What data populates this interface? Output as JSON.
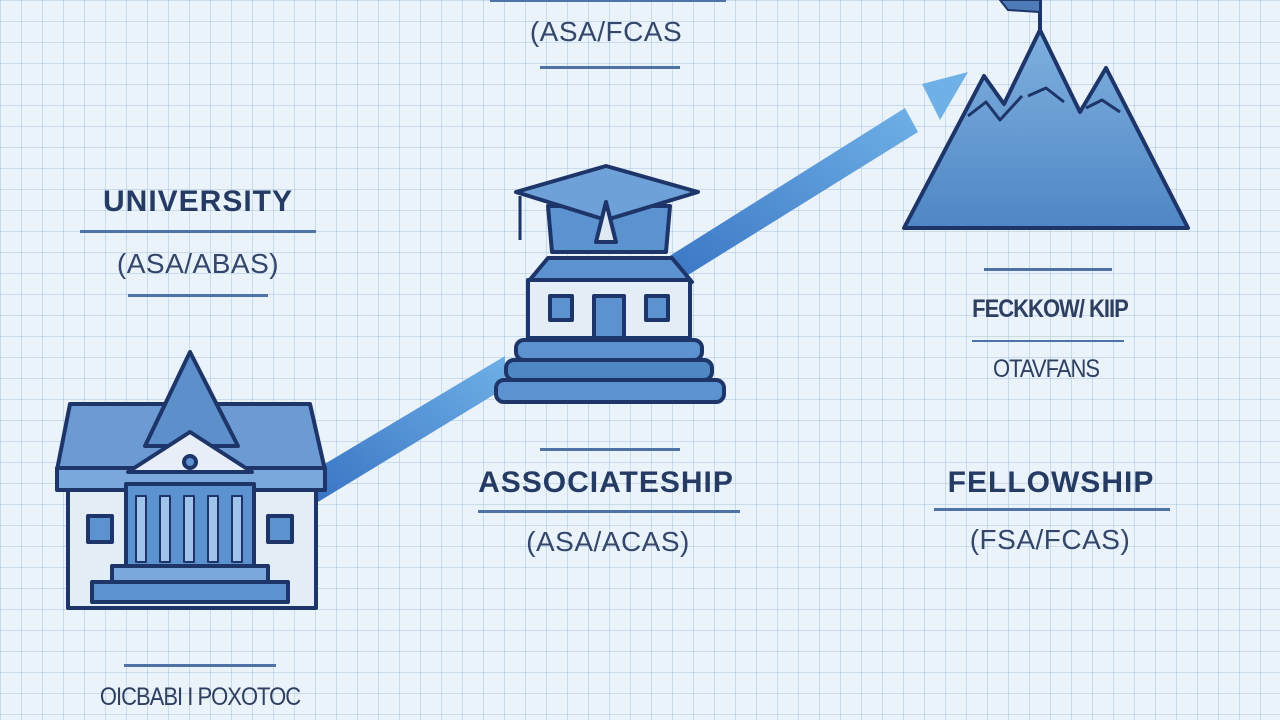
{
  "stages": {
    "top": {
      "subtitle": "(ASA/FCAS"
    },
    "university": {
      "title": "UNIVERSITY",
      "subtitle": "(ASA/ABAS)",
      "footer": "OICBABI I POXOTOC"
    },
    "associateship": {
      "title": "ASSOCIATESHIP",
      "subtitle": "(ASA/ACAS)"
    },
    "fellowship": {
      "title": "FELLOWSHIP",
      "subtitle": "(FSA/FCAS)",
      "upper_title": "FECKKOW/ KIIP",
      "upper_subtitle": "OTAVFANS"
    }
  },
  "colors": {
    "outline": "#1e3569",
    "fill_light": "#5b92cf",
    "fill_pale": "#dfe9f4",
    "arrow": "#4a8ed6",
    "background": "#eaf3fa"
  },
  "icons": [
    "university-building-icon",
    "graduation-cap-icon",
    "house-pedestal-icon",
    "mountain-peak-icon",
    "flag-icon",
    "progress-arrow-icon"
  ]
}
